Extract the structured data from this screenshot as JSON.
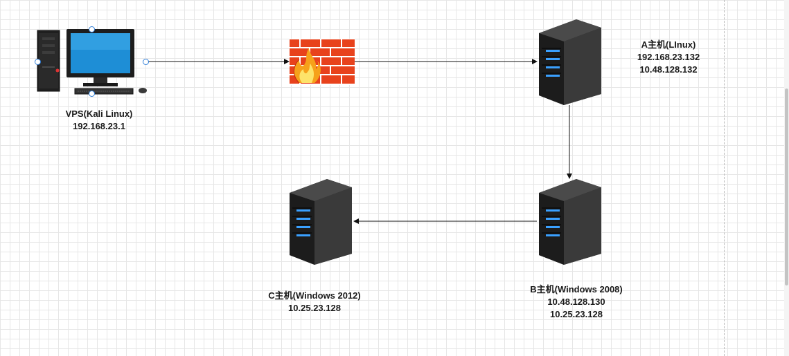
{
  "diagram": {
    "nodes": {
      "vps": {
        "icon": "desktop-computer-icon",
        "name": "VPS(Kali Linux)",
        "ip1": "192.168.23.1"
      },
      "firewall": {
        "icon": "firewall-icon"
      },
      "host_a": {
        "icon": "server-icon",
        "name": "A主机(LInux)",
        "ip1": "192.168.23.132",
        "ip2": "10.48.128.132"
      },
      "host_b": {
        "icon": "server-icon",
        "name": "B主机(Windows 2008)",
        "ip1": "10.48.128.130",
        "ip2": "10.25.23.128"
      },
      "host_c": {
        "icon": "server-icon",
        "name": "C主机(Windows 2012)",
        "ip1": "10.25.23.128"
      }
    },
    "edges": [
      {
        "from": "vps",
        "to": "firewall"
      },
      {
        "from": "firewall",
        "to": "host_a"
      },
      {
        "from": "host_a",
        "to": "host_b"
      },
      {
        "from": "host_b",
        "to": "host_c"
      }
    ],
    "colors": {
      "grid": "#e6e6e6",
      "firewall_brick": "#e8421c",
      "server_body": "#2e2e2e",
      "server_led": "#3aa0ff",
      "selection_handle": "#2f7ed8"
    }
  }
}
